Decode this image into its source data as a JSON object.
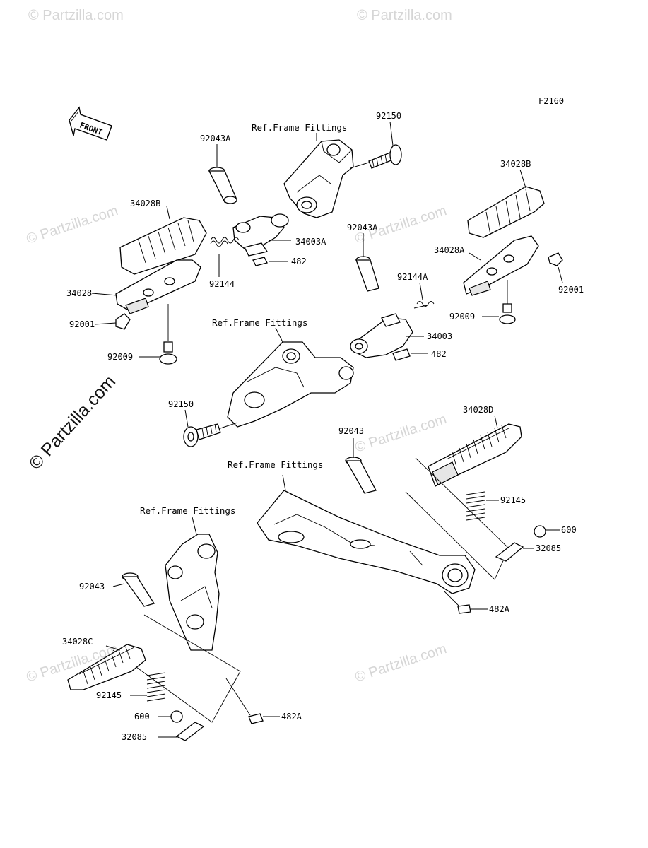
{
  "diagram_code": "F2160",
  "front_arrow_text": "FRONT",
  "ref_labels": {
    "ref1": "Ref.Frame Fittings",
    "ref2": "Ref.Frame Fittings",
    "ref3": "Ref.Frame Fittings",
    "ref4": "Ref.Frame Fittings"
  },
  "parts": {
    "p92150a": "92150",
    "p92043a1": "92043A",
    "p34028b1": "34028B",
    "p34003a": "34003A",
    "p482a": "482",
    "p92144": "92144",
    "p34028": "34028",
    "p92001a": "92001",
    "p92009a": "92009",
    "p34028b2": "34028B",
    "p34028a": "34028A",
    "p92001b": "92001",
    "p92009b": "92009",
    "p92043a2": "92043A",
    "p92144a": "92144A",
    "p34003": "34003",
    "p482b": "482",
    "p92150b": "92150",
    "p34028d": "34028D",
    "p92043r": "92043",
    "p92145r": "92145",
    "p600r": "600",
    "p32085r": "32085",
    "p482ar": "482A",
    "p92043l": "92043",
    "p34028c": "34028C",
    "p92145l": "92145",
    "p600l": "600",
    "p32085l": "32085",
    "p482al": "482A"
  },
  "watermarks": {
    "main": "© Partzilla.com",
    "small": "© Partzilla.com"
  }
}
